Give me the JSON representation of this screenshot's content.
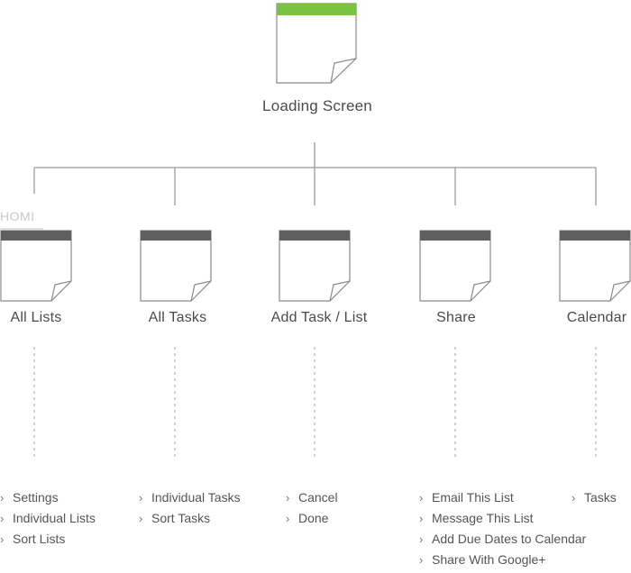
{
  "root": {
    "label": "Loading Screen",
    "accent": "#7cc242"
  },
  "home_tag": "HOMI",
  "children": [
    {
      "label": "All Lists",
      "items": [
        "Settings",
        "Individual Lists",
        "Sort Lists"
      ]
    },
    {
      "label": "All Tasks",
      "items": [
        "Individual Tasks",
        "Sort Tasks"
      ]
    },
    {
      "label": "Add Task / List",
      "items": [
        "Cancel",
        "Done"
      ]
    },
    {
      "label": "Share",
      "items": [
        "Email This List",
        "Message This List",
        "Add Due Dates to Calendar",
        "Share With Google+"
      ]
    },
    {
      "label": "Calendar",
      "items": [
        "Tasks"
      ]
    }
  ],
  "colors": {
    "child_header": "#5f5f5f",
    "line": "#9a9a9a",
    "page_border": "#8a8a8a"
  }
}
